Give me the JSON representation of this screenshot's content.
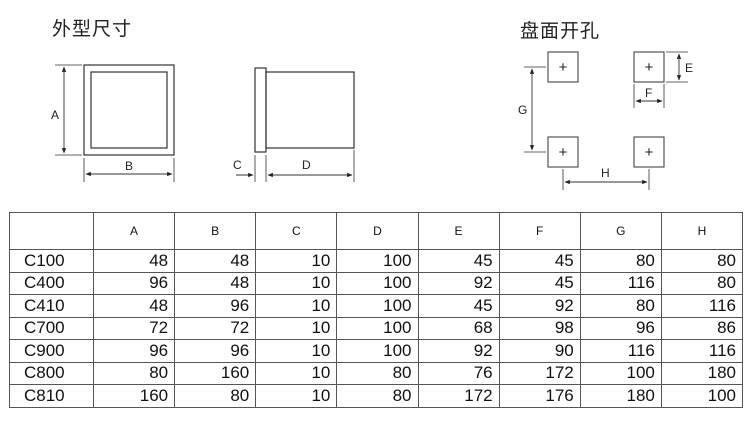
{
  "titles": {
    "outline": "外型尺寸",
    "panel_cutout": "盘面开孔"
  },
  "dimension_labels": {
    "A": "A",
    "B": "B",
    "C": "C",
    "D": "D",
    "E": "E",
    "F": "F",
    "G": "G",
    "H": "H",
    "hole_mark": "+"
  },
  "table": {
    "corner": "",
    "headers": [
      "A",
      "B",
      "C",
      "D",
      "E",
      "F",
      "G",
      "H"
    ],
    "rows": [
      {
        "model": "C100",
        "values": [
          "48",
          "48",
          "10",
          "100",
          "45",
          "45",
          "80",
          "80"
        ]
      },
      {
        "model": "C400",
        "values": [
          "96",
          "48",
          "10",
          "100",
          "92",
          "45",
          "116",
          "80"
        ]
      },
      {
        "model": "C410",
        "values": [
          "48",
          "96",
          "10",
          "100",
          "45",
          "92",
          "80",
          "116"
        ]
      },
      {
        "model": "C700",
        "values": [
          "72",
          "72",
          "10",
          "100",
          "68",
          "98",
          "96",
          "86"
        ]
      },
      {
        "model": "C900",
        "values": [
          "96",
          "96",
          "10",
          "100",
          "92",
          "90",
          "116",
          "116"
        ]
      },
      {
        "model": "C800",
        "values": [
          "80",
          "160",
          "10",
          "80",
          "76",
          "172",
          "100",
          "180"
        ]
      },
      {
        "model": "C810",
        "values": [
          "160",
          "80",
          "10",
          "80",
          "172",
          "176",
          "180",
          "100"
        ]
      }
    ]
  }
}
